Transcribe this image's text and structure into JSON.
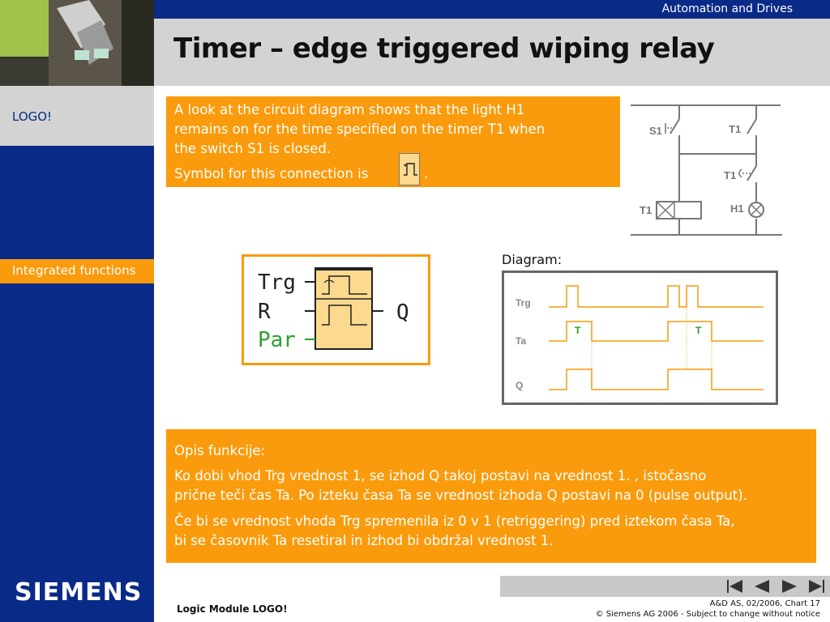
{
  "header": {
    "top_right": "Automation and Drives",
    "title": "Timer – edge triggered wiping relay"
  },
  "sidebar": {
    "logo_tab": "LOGO!",
    "section_tab": "Integrated functions",
    "brand": "SIEMENS"
  },
  "info": {
    "line1": "A look at the circuit diagram shows that the light H1",
    "line2": "remains on for the time specified on the timer T1 when",
    "line3": "the switch S1 is closed.",
    "line4": "Symbol for this connection is",
    "line4_end": "."
  },
  "circuit": {
    "s1": "S1",
    "t1_contact": "T1",
    "t1_coil_contact": "T1",
    "t1_coil": "T1",
    "h1": "H1"
  },
  "block": {
    "in1": "Trg",
    "in2": "R",
    "in3": "Par",
    "out": "Q",
    "par_color": "#2aa02a"
  },
  "timing": {
    "label": "Diagram:",
    "row_trg": "Trg",
    "row_ta": "Ta",
    "row_q": "Q",
    "t1": "T",
    "t2": "T"
  },
  "description": {
    "heading": "Opis funkcije:",
    "para1_line1": "Ko dobi vhod Trg vrednost 1, se izhod Q takoj postavi na vrednost 1. , istočasno",
    "para1_line2": "prične teči čas Ta. Po izteku časa Ta se vrednost izhoda Q postavi na 0 (pulse output).",
    "para2_line1": "Če bi se vrednost vhoda Trg spremenila iz 0 v 1 (retriggering) pred iztekom časa Ta,",
    "para2_line2": "bi se časovnik Ta resetiral in izhod bi obdržal vrednost 1."
  },
  "footer": {
    "left": "Logic Module LOGO!",
    "right1": "A&D AS, 02/2006, Chart 17",
    "right2": "© Siemens AG 2006  -  Subject to change without notice"
  },
  "nav": [
    "first-icon",
    "prev-icon",
    "next-icon",
    "last-icon"
  ],
  "colors": {
    "blue": "#0a2a87",
    "orange": "#f99b0c",
    "grey": "#d3d3d3"
  }
}
